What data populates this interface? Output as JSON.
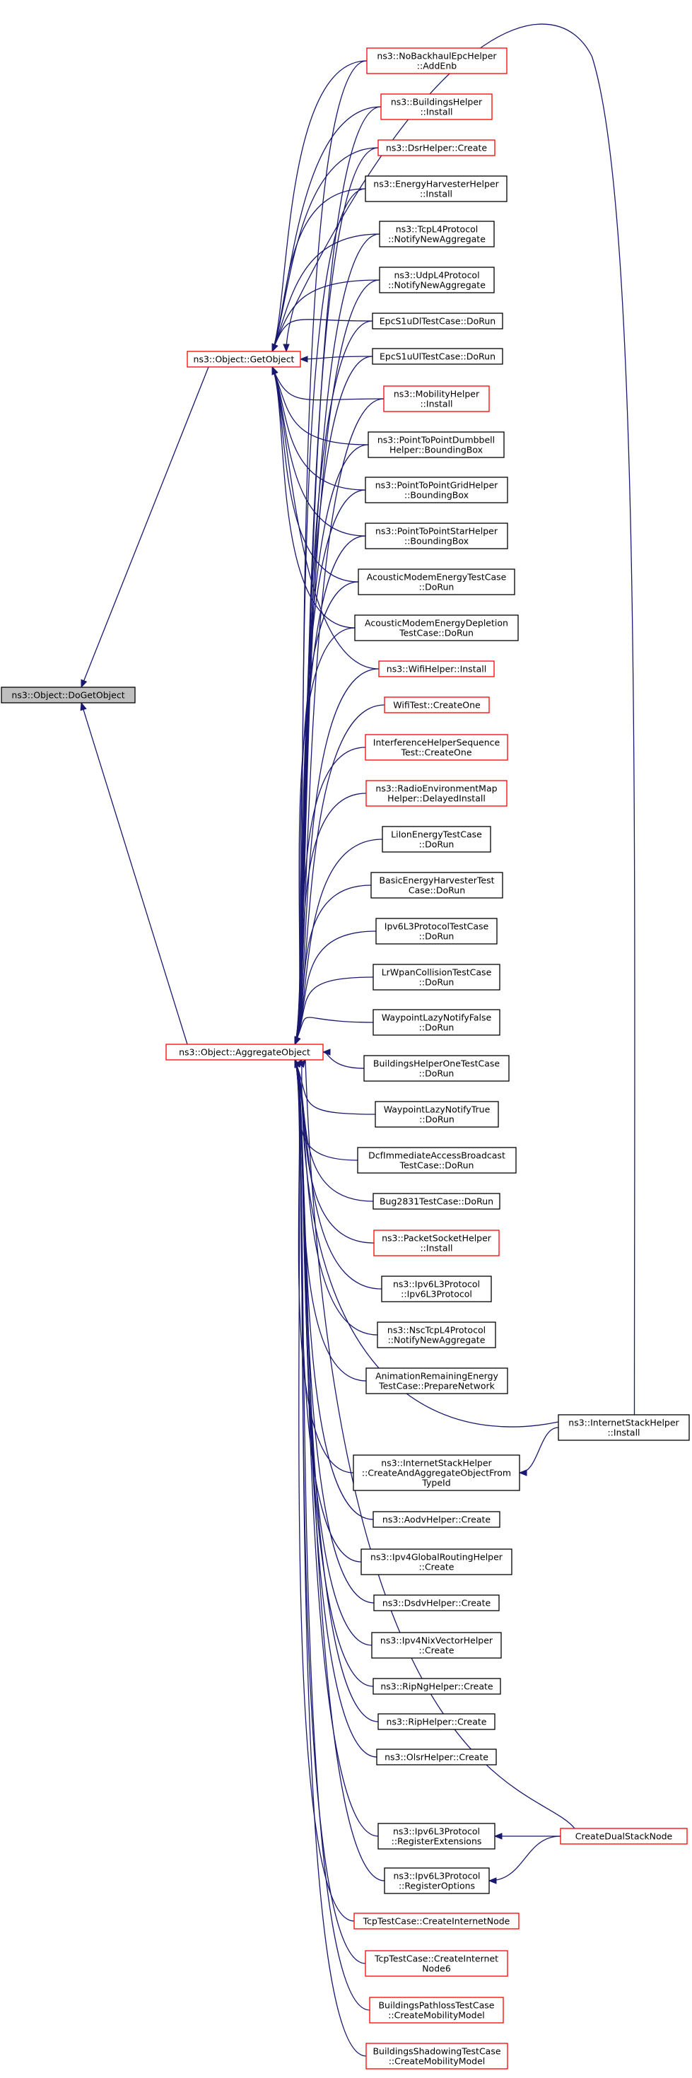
{
  "colors": {
    "edge": "#191970",
    "black_border": "#000000",
    "red_border": "#ff0000",
    "focus_fill": "#bfbfbf",
    "text": "#000000"
  },
  "nodes": [
    {
      "id": "dogetobject",
      "lines": [
        "ns3::Object::DoGetObject"
      ],
      "style": "focus"
    },
    {
      "id": "getobject",
      "lines": [
        "ns3::Object::GetObject"
      ],
      "style": "red"
    },
    {
      "id": "aggregateobject",
      "lines": [
        "ns3::Object::AggregateObject"
      ],
      "style": "red"
    },
    {
      "id": "nobackhaul",
      "lines": [
        "ns3::NoBackhaulEpcHelper",
        "::AddEnb"
      ],
      "style": "red"
    },
    {
      "id": "buildingshelper",
      "lines": [
        "ns3::BuildingsHelper",
        "::Install"
      ],
      "style": "red"
    },
    {
      "id": "dsrhelper",
      "lines": [
        "ns3::DsrHelper::Create"
      ],
      "style": "red"
    },
    {
      "id": "energyharvester",
      "lines": [
        "ns3::EnergyHarvesterHelper",
        "::Install"
      ],
      "style": "black"
    },
    {
      "id": "tcpl4",
      "lines": [
        "ns3::TcpL4Protocol",
        "::NotifyNewAggregate"
      ],
      "style": "black"
    },
    {
      "id": "udpl4",
      "lines": [
        "ns3::UdpL4Protocol",
        "::NotifyNewAggregate"
      ],
      "style": "black"
    },
    {
      "id": "epcs1udl",
      "lines": [
        "EpcS1uDlTestCase::DoRun"
      ],
      "style": "black"
    },
    {
      "id": "epcs1uul",
      "lines": [
        "EpcS1uUlTestCase::DoRun"
      ],
      "style": "black"
    },
    {
      "id": "mobilityhelper",
      "lines": [
        "ns3::MobilityHelper",
        "::Install"
      ],
      "style": "red"
    },
    {
      "id": "p2pdumbbell",
      "lines": [
        "ns3::PointToPointDumbbell",
        "Helper::BoundingBox"
      ],
      "style": "black"
    },
    {
      "id": "p2pgrid",
      "lines": [
        "ns3::PointToPointGridHelper",
        "::BoundingBox"
      ],
      "style": "black"
    },
    {
      "id": "p2pstar",
      "lines": [
        "ns3::PointToPointStarHelper",
        "::BoundingBox"
      ],
      "style": "black"
    },
    {
      "id": "acousticenergy",
      "lines": [
        "AcousticModemEnergyTestCase",
        "::DoRun"
      ],
      "style": "black"
    },
    {
      "id": "acousticdepletion",
      "lines": [
        "AcousticModemEnergyDepletion",
        "TestCase::DoRun"
      ],
      "style": "black"
    },
    {
      "id": "wifihelper",
      "lines": [
        "ns3::WifiHelper::Install"
      ],
      "style": "red"
    },
    {
      "id": "wifitest",
      "lines": [
        "WifiTest::CreateOne"
      ],
      "style": "red"
    },
    {
      "id": "interference",
      "lines": [
        "InterferenceHelperSequence",
        "Test::CreateOne"
      ],
      "style": "red"
    },
    {
      "id": "remhelper",
      "lines": [
        "ns3::RadioEnvironmentMap",
        "Helper::DelayedInstall"
      ],
      "style": "red"
    },
    {
      "id": "liion",
      "lines": [
        "LiIonEnergyTestCase",
        "::DoRun"
      ],
      "style": "black"
    },
    {
      "id": "basicharvester",
      "lines": [
        "BasicEnergyHarvesterTest",
        "Case::DoRun"
      ],
      "style": "black"
    },
    {
      "id": "ipv6l3test",
      "lines": [
        "Ipv6L3ProtocolTestCase",
        "::DoRun"
      ],
      "style": "black"
    },
    {
      "id": "lrwpan",
      "lines": [
        "LrWpanCollisionTestCase",
        "::DoRun"
      ],
      "style": "black"
    },
    {
      "id": "waypointfalse",
      "lines": [
        "WaypointLazyNotifyFalse",
        "::DoRun"
      ],
      "style": "black"
    },
    {
      "id": "buildingsone",
      "lines": [
        "BuildingsHelperOneTestCase",
        "::DoRun"
      ],
      "style": "black"
    },
    {
      "id": "waypointtrue",
      "lines": [
        "WaypointLazyNotifyTrue",
        "::DoRun"
      ],
      "style": "black"
    },
    {
      "id": "dcfimmediate",
      "lines": [
        "DcfImmediateAccessBroadcast",
        "TestCase::DoRun"
      ],
      "style": "black"
    },
    {
      "id": "bug2831",
      "lines": [
        "Bug2831TestCase::DoRun"
      ],
      "style": "black"
    },
    {
      "id": "packetsocket",
      "lines": [
        "ns3::PacketSocketHelper",
        "::Install"
      ],
      "style": "red"
    },
    {
      "id": "ipv6l3ctor",
      "lines": [
        "ns3::Ipv6L3Protocol",
        "::Ipv6L3Protocol"
      ],
      "style": "black"
    },
    {
      "id": "nsctcp",
      "lines": [
        "ns3::NscTcpL4Protocol",
        "::NotifyNewAggregate"
      ],
      "style": "black"
    },
    {
      "id": "animation",
      "lines": [
        "AnimationRemainingEnergy",
        "TestCase::PrepareNetwork"
      ],
      "style": "black"
    },
    {
      "id": "internetstackinstall",
      "lines": [
        "ns3::InternetStackHelper",
        "::Install"
      ],
      "style": "black"
    },
    {
      "id": "createaggregate",
      "lines": [
        "ns3::InternetStackHelper",
        "::CreateAndAggregateObjectFrom",
        "TypeId"
      ],
      "style": "black"
    },
    {
      "id": "aodv",
      "lines": [
        "ns3::AodvHelper::Create"
      ],
      "style": "black"
    },
    {
      "id": "ipv4global",
      "lines": [
        "ns3::Ipv4GlobalRoutingHelper",
        "::Create"
      ],
      "style": "black"
    },
    {
      "id": "dsdv",
      "lines": [
        "ns3::DsdvHelper::Create"
      ],
      "style": "black"
    },
    {
      "id": "ipv4nix",
      "lines": [
        "ns3::Ipv4NixVectorHelper",
        "::Create"
      ],
      "style": "black"
    },
    {
      "id": "ripng",
      "lines": [
        "ns3::RipNgHelper::Create"
      ],
      "style": "black"
    },
    {
      "id": "rip",
      "lines": [
        "ns3::RipHelper::Create"
      ],
      "style": "black"
    },
    {
      "id": "olsr",
      "lines": [
        "ns3::OlsrHelper::Create"
      ],
      "style": "black"
    },
    {
      "id": "registerext",
      "lines": [
        "ns3::Ipv6L3Protocol",
        "::RegisterExtensions"
      ],
      "style": "black"
    },
    {
      "id": "createdualstack",
      "lines": [
        "CreateDualStackNode"
      ],
      "style": "red"
    },
    {
      "id": "registeropt",
      "lines": [
        "ns3::Ipv6L3Protocol",
        "::RegisterOptions"
      ],
      "style": "black"
    },
    {
      "id": "tcpinternet",
      "lines": [
        "TcpTestCase::CreateInternetNode"
      ],
      "style": "red"
    },
    {
      "id": "tcpinternet6",
      "lines": [
        "TcpTestCase::CreateInternet",
        "Node6"
      ],
      "style": "red"
    },
    {
      "id": "pathloss",
      "lines": [
        "BuildingsPathlossTestCase",
        "::CreateMobilityModel"
      ],
      "style": "red"
    },
    {
      "id": "shadowing",
      "lines": [
        "BuildingsShadowingTestCase",
        "::CreateMobilityModel"
      ],
      "style": "red"
    }
  ],
  "edges": [
    {
      "from": "dogetobject",
      "to": "getobject"
    },
    {
      "from": "dogetobject",
      "to": "aggregateobject"
    },
    {
      "from": "getobject",
      "to": "nobackhaul"
    },
    {
      "from": "getobject",
      "to": "buildingshelper"
    },
    {
      "from": "getobject",
      "to": "dsrhelper"
    },
    {
      "from": "getobject",
      "to": "energyharvester"
    },
    {
      "from": "getobject",
      "to": "tcpl4"
    },
    {
      "from": "getobject",
      "to": "udpl4"
    },
    {
      "from": "getobject",
      "to": "epcs1udl"
    },
    {
      "from": "getobject",
      "to": "epcs1uul"
    },
    {
      "from": "getobject",
      "to": "mobilityhelper"
    },
    {
      "from": "getobject",
      "to": "p2pdumbbell"
    },
    {
      "from": "getobject",
      "to": "p2pgrid"
    },
    {
      "from": "getobject",
      "to": "p2pstar"
    },
    {
      "from": "getobject",
      "to": "acousticenergy"
    },
    {
      "from": "getobject",
      "to": "acousticdepletion"
    },
    {
      "from": "getobject",
      "to": "wifihelper"
    },
    {
      "from": "getobject",
      "to": "internetstackinstall"
    },
    {
      "from": "aggregateobject",
      "to": "nobackhaul"
    },
    {
      "from": "aggregateobject",
      "to": "buildingshelper"
    },
    {
      "from": "aggregateobject",
      "to": "dsrhelper"
    },
    {
      "from": "aggregateobject",
      "to": "energyharvester"
    },
    {
      "from": "aggregateobject",
      "to": "tcpl4"
    },
    {
      "from": "aggregateobject",
      "to": "udpl4"
    },
    {
      "from": "aggregateobject",
      "to": "epcs1udl"
    },
    {
      "from": "aggregateobject",
      "to": "epcs1uul"
    },
    {
      "from": "aggregateobject",
      "to": "mobilityhelper"
    },
    {
      "from": "aggregateobject",
      "to": "p2pdumbbell"
    },
    {
      "from": "aggregateobject",
      "to": "p2pgrid"
    },
    {
      "from": "aggregateobject",
      "to": "p2pstar"
    },
    {
      "from": "aggregateobject",
      "to": "acousticenergy"
    },
    {
      "from": "aggregateobject",
      "to": "acousticdepletion"
    },
    {
      "from": "aggregateobject",
      "to": "wifihelper"
    },
    {
      "from": "aggregateobject",
      "to": "wifitest"
    },
    {
      "from": "aggregateobject",
      "to": "interference"
    },
    {
      "from": "aggregateobject",
      "to": "remhelper"
    },
    {
      "from": "aggregateobject",
      "to": "liion"
    },
    {
      "from": "aggregateobject",
      "to": "basicharvester"
    },
    {
      "from": "aggregateobject",
      "to": "ipv6l3test"
    },
    {
      "from": "aggregateobject",
      "to": "lrwpan"
    },
    {
      "from": "aggregateobject",
      "to": "waypointfalse"
    },
    {
      "from": "aggregateobject",
      "to": "buildingsone"
    },
    {
      "from": "aggregateobject",
      "to": "waypointtrue"
    },
    {
      "from": "aggregateobject",
      "to": "dcfimmediate"
    },
    {
      "from": "aggregateobject",
      "to": "bug2831"
    },
    {
      "from": "aggregateobject",
      "to": "packetsocket"
    },
    {
      "from": "aggregateobject",
      "to": "ipv6l3ctor"
    },
    {
      "from": "aggregateobject",
      "to": "nsctcp"
    },
    {
      "from": "aggregateobject",
      "to": "animation"
    },
    {
      "from": "aggregateobject",
      "to": "internetstackinstall"
    },
    {
      "from": "aggregateobject",
      "to": "createaggregate"
    },
    {
      "from": "aggregateobject",
      "to": "aodv"
    },
    {
      "from": "aggregateobject",
      "to": "ipv4global"
    },
    {
      "from": "aggregateobject",
      "to": "dsdv"
    },
    {
      "from": "aggregateobject",
      "to": "ipv4nix"
    },
    {
      "from": "aggregateobject",
      "to": "ripng"
    },
    {
      "from": "aggregateobject",
      "to": "rip"
    },
    {
      "from": "aggregateobject",
      "to": "olsr"
    },
    {
      "from": "aggregateobject",
      "to": "registerext"
    },
    {
      "from": "aggregateobject",
      "to": "createdualstack"
    },
    {
      "from": "aggregateobject",
      "to": "registeropt"
    },
    {
      "from": "aggregateobject",
      "to": "tcpinternet"
    },
    {
      "from": "aggregateobject",
      "to": "tcpinternet6"
    },
    {
      "from": "aggregateobject",
      "to": "pathloss"
    },
    {
      "from": "aggregateobject",
      "to": "shadowing"
    },
    {
      "from": "createaggregate",
      "to": "internetstackinstall"
    },
    {
      "from": "registerext",
      "to": "createdualstack"
    },
    {
      "from": "registeropt",
      "to": "createdualstack"
    }
  ]
}
